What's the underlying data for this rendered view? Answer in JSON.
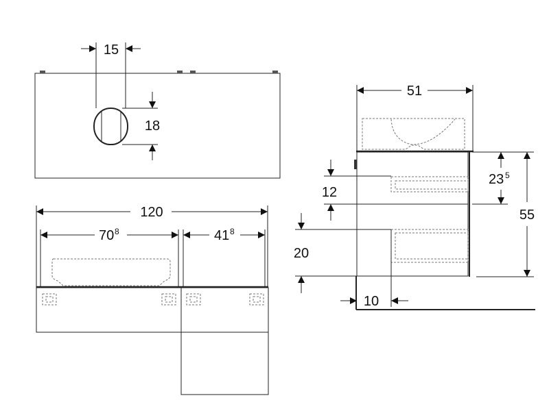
{
  "dimensions": {
    "hole_width": "15",
    "hole_height": "18",
    "total_width": "120",
    "left_width_main": "70",
    "left_width_sup": "8",
    "right_width_main": "41",
    "right_width_sup": "8",
    "depth": "51",
    "upper_height_main": "23",
    "upper_height_sup": "5",
    "total_height": "55",
    "drawer_gap": "12",
    "lower_drawer": "20",
    "wall_offset": "10"
  }
}
